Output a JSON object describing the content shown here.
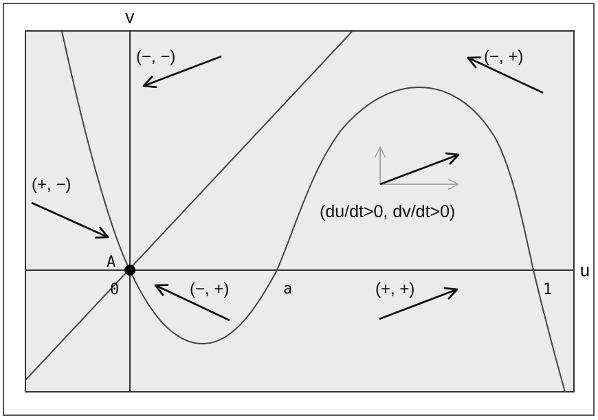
{
  "figure": {
    "colors": {
      "plot_background": "#ebebeb",
      "curve": "#444444",
      "arrow": "#111111",
      "legend_axes": "#a8a8a8",
      "point": "#000000"
    },
    "axes": {
      "u_label": "u",
      "v_label": "v"
    },
    "ticks": {
      "origin": "0",
      "a": "a",
      "one": "1"
    },
    "point": {
      "label": "A"
    },
    "regions": {
      "top_left": "(−, −)",
      "top_right": "(−, +)",
      "left": "(+, −)",
      "bottom_mid": "(−, +)",
      "bottom_right": "(+, +)"
    },
    "legend": {
      "text": "(du/dt>0, dv/dt>0)"
    }
  }
}
